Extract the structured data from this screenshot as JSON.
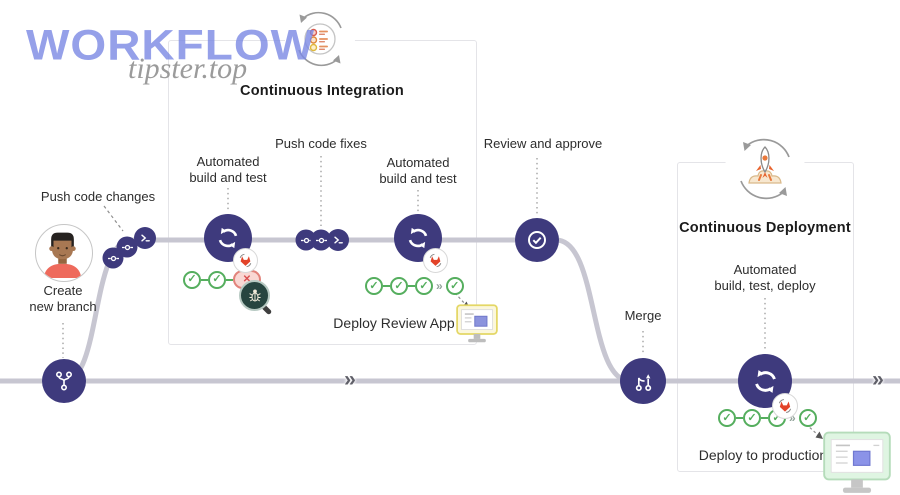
{
  "watermark": {
    "brand": "WORKFLOW",
    "site": "tipster.top"
  },
  "ci": {
    "title": "Continuous Integration",
    "automated_1_line1": "Automated",
    "automated_1_line2": "build and test",
    "push_code_fixes": "Push code fixes",
    "automated_2_line1": "Automated",
    "automated_2_line2": "build and test",
    "deploy_review_app": "Deploy Review App"
  },
  "cd": {
    "title": "Continuous Deployment",
    "automated_line1": "Automated",
    "automated_line2": "build, test, deploy",
    "deploy_to_production": "Deploy to production"
  },
  "flow": {
    "push_code_changes": "Push code changes",
    "create_new_branch_line1": "Create",
    "create_new_branch_line2": "new branch",
    "review_and_approve": "Review and approve",
    "merge": "Merge"
  },
  "glyphs": {
    "flow_chevron": "»",
    "check": "✓",
    "cross": "✕",
    "skip": "»"
  },
  "icons": {
    "branch_node": "git-branch",
    "commit_node": "git-commit",
    "push_node": "git-push",
    "pipeline_node": "refresh-cycle",
    "review_node": "approve-check-circle",
    "merge_node": "git-merge",
    "ci_badge": "checklist-cycle",
    "cd_badge": "rocket-cycle",
    "runner_badge": "gitlab-fox",
    "review_app": "monitor-yellow",
    "production_app": "monitor-green",
    "developer": "person-avatar",
    "failed_test": "bug-magnifier"
  },
  "colors": {
    "node_purple": "#3E3A7D",
    "flow_line": "#C7C6D1",
    "check_green": "#55AE5E",
    "fail_red": "#D94F4F",
    "gitlab_orange": "#E24329",
    "watermark_blue": "#7B89E4"
  }
}
